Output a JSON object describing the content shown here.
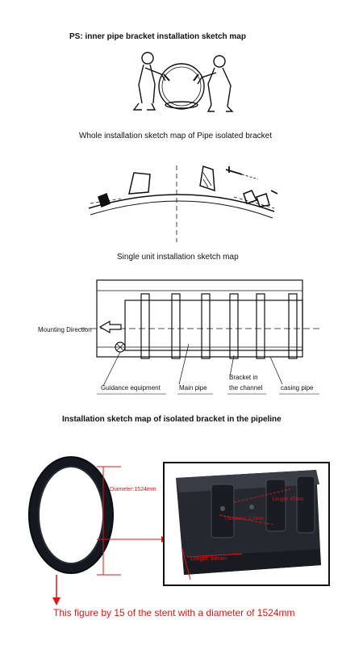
{
  "headings": {
    "ps_title": "PS: inner pipe bracket installation sketch map",
    "whole_title": "Whole installation sketch map of Pipe isolated bracket",
    "single_title": "Single unit installation sketch map",
    "pipeline_title": "Installation sketch map of isolated bracket in the pipeline"
  },
  "single_unit": {
    "mounting_direction": "Mounting Direction",
    "guidance": "Guidance equipment",
    "main_pipe": "Main pipe",
    "bracket_line1": "Bracket in",
    "bracket_line2": "the channel",
    "casing_pipe": "casing pipe"
  },
  "photos": {
    "diameter_label": "Diameter:1524mm",
    "length_top": "Length: 87mm",
    "thickness": "Thickness: 2.0mm",
    "length_bottom": "Length: 84mm"
  },
  "caption": "This figure by 15 of the stent with a diameter of 1524mm",
  "colors": {
    "accent_red": "#e01414"
  }
}
